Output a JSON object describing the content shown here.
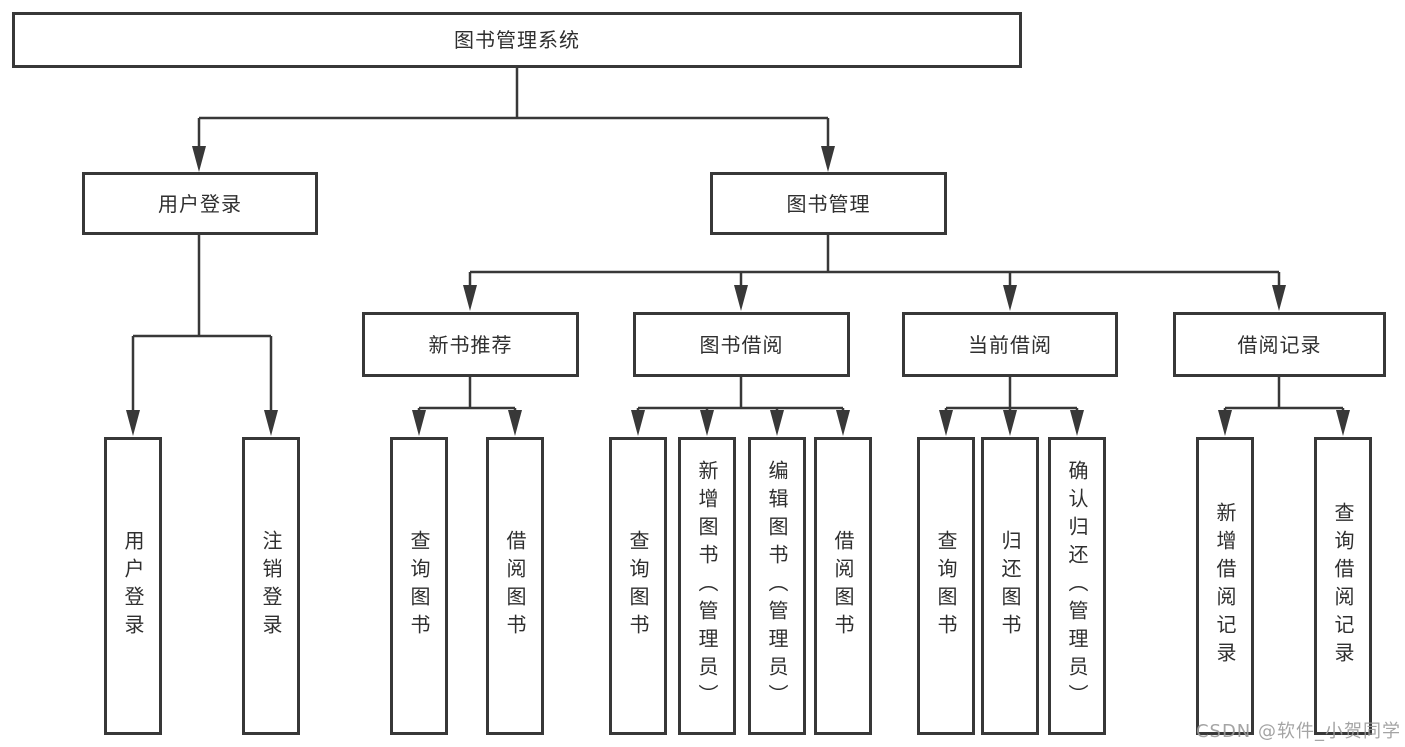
{
  "diagram": {
    "root": {
      "label": "图书管理系统"
    },
    "level2": [
      {
        "label": "用户登录"
      },
      {
        "label": "图书管理"
      }
    ],
    "level3": [
      {
        "label": "新书推荐"
      },
      {
        "label": "图书借阅"
      },
      {
        "label": "当前借阅"
      },
      {
        "label": "借阅记录"
      }
    ],
    "leaves": [
      {
        "label": "用户登录",
        "parent": "用户登录"
      },
      {
        "label": "注销登录",
        "parent": "用户登录"
      },
      {
        "label": "查询图书",
        "parent": "新书推荐"
      },
      {
        "label": "借阅图书",
        "parent": "新书推荐"
      },
      {
        "label": "查询图书",
        "parent": "图书借阅"
      },
      {
        "label": "新增图书（管理员）",
        "parent": "图书借阅"
      },
      {
        "label": "编辑图书（管理员）",
        "parent": "图书借阅"
      },
      {
        "label": "借阅图书",
        "parent": "图书借阅"
      },
      {
        "label": "查询图书",
        "parent": "当前借阅"
      },
      {
        "label": "归还图书",
        "parent": "当前借阅"
      },
      {
        "label": "确认归还（管理员）",
        "parent": "当前借阅"
      },
      {
        "label": "新增借阅记录",
        "parent": "借阅记录"
      },
      {
        "label": "查询借阅记录",
        "parent": "借阅记录"
      }
    ],
    "colors": {
      "line": "#383838",
      "text": "#2f2f2f",
      "background": "#ffffff",
      "watermark": "#9b9b9b"
    }
  },
  "watermark": {
    "text": "CSDN @软件_小贺同学"
  }
}
